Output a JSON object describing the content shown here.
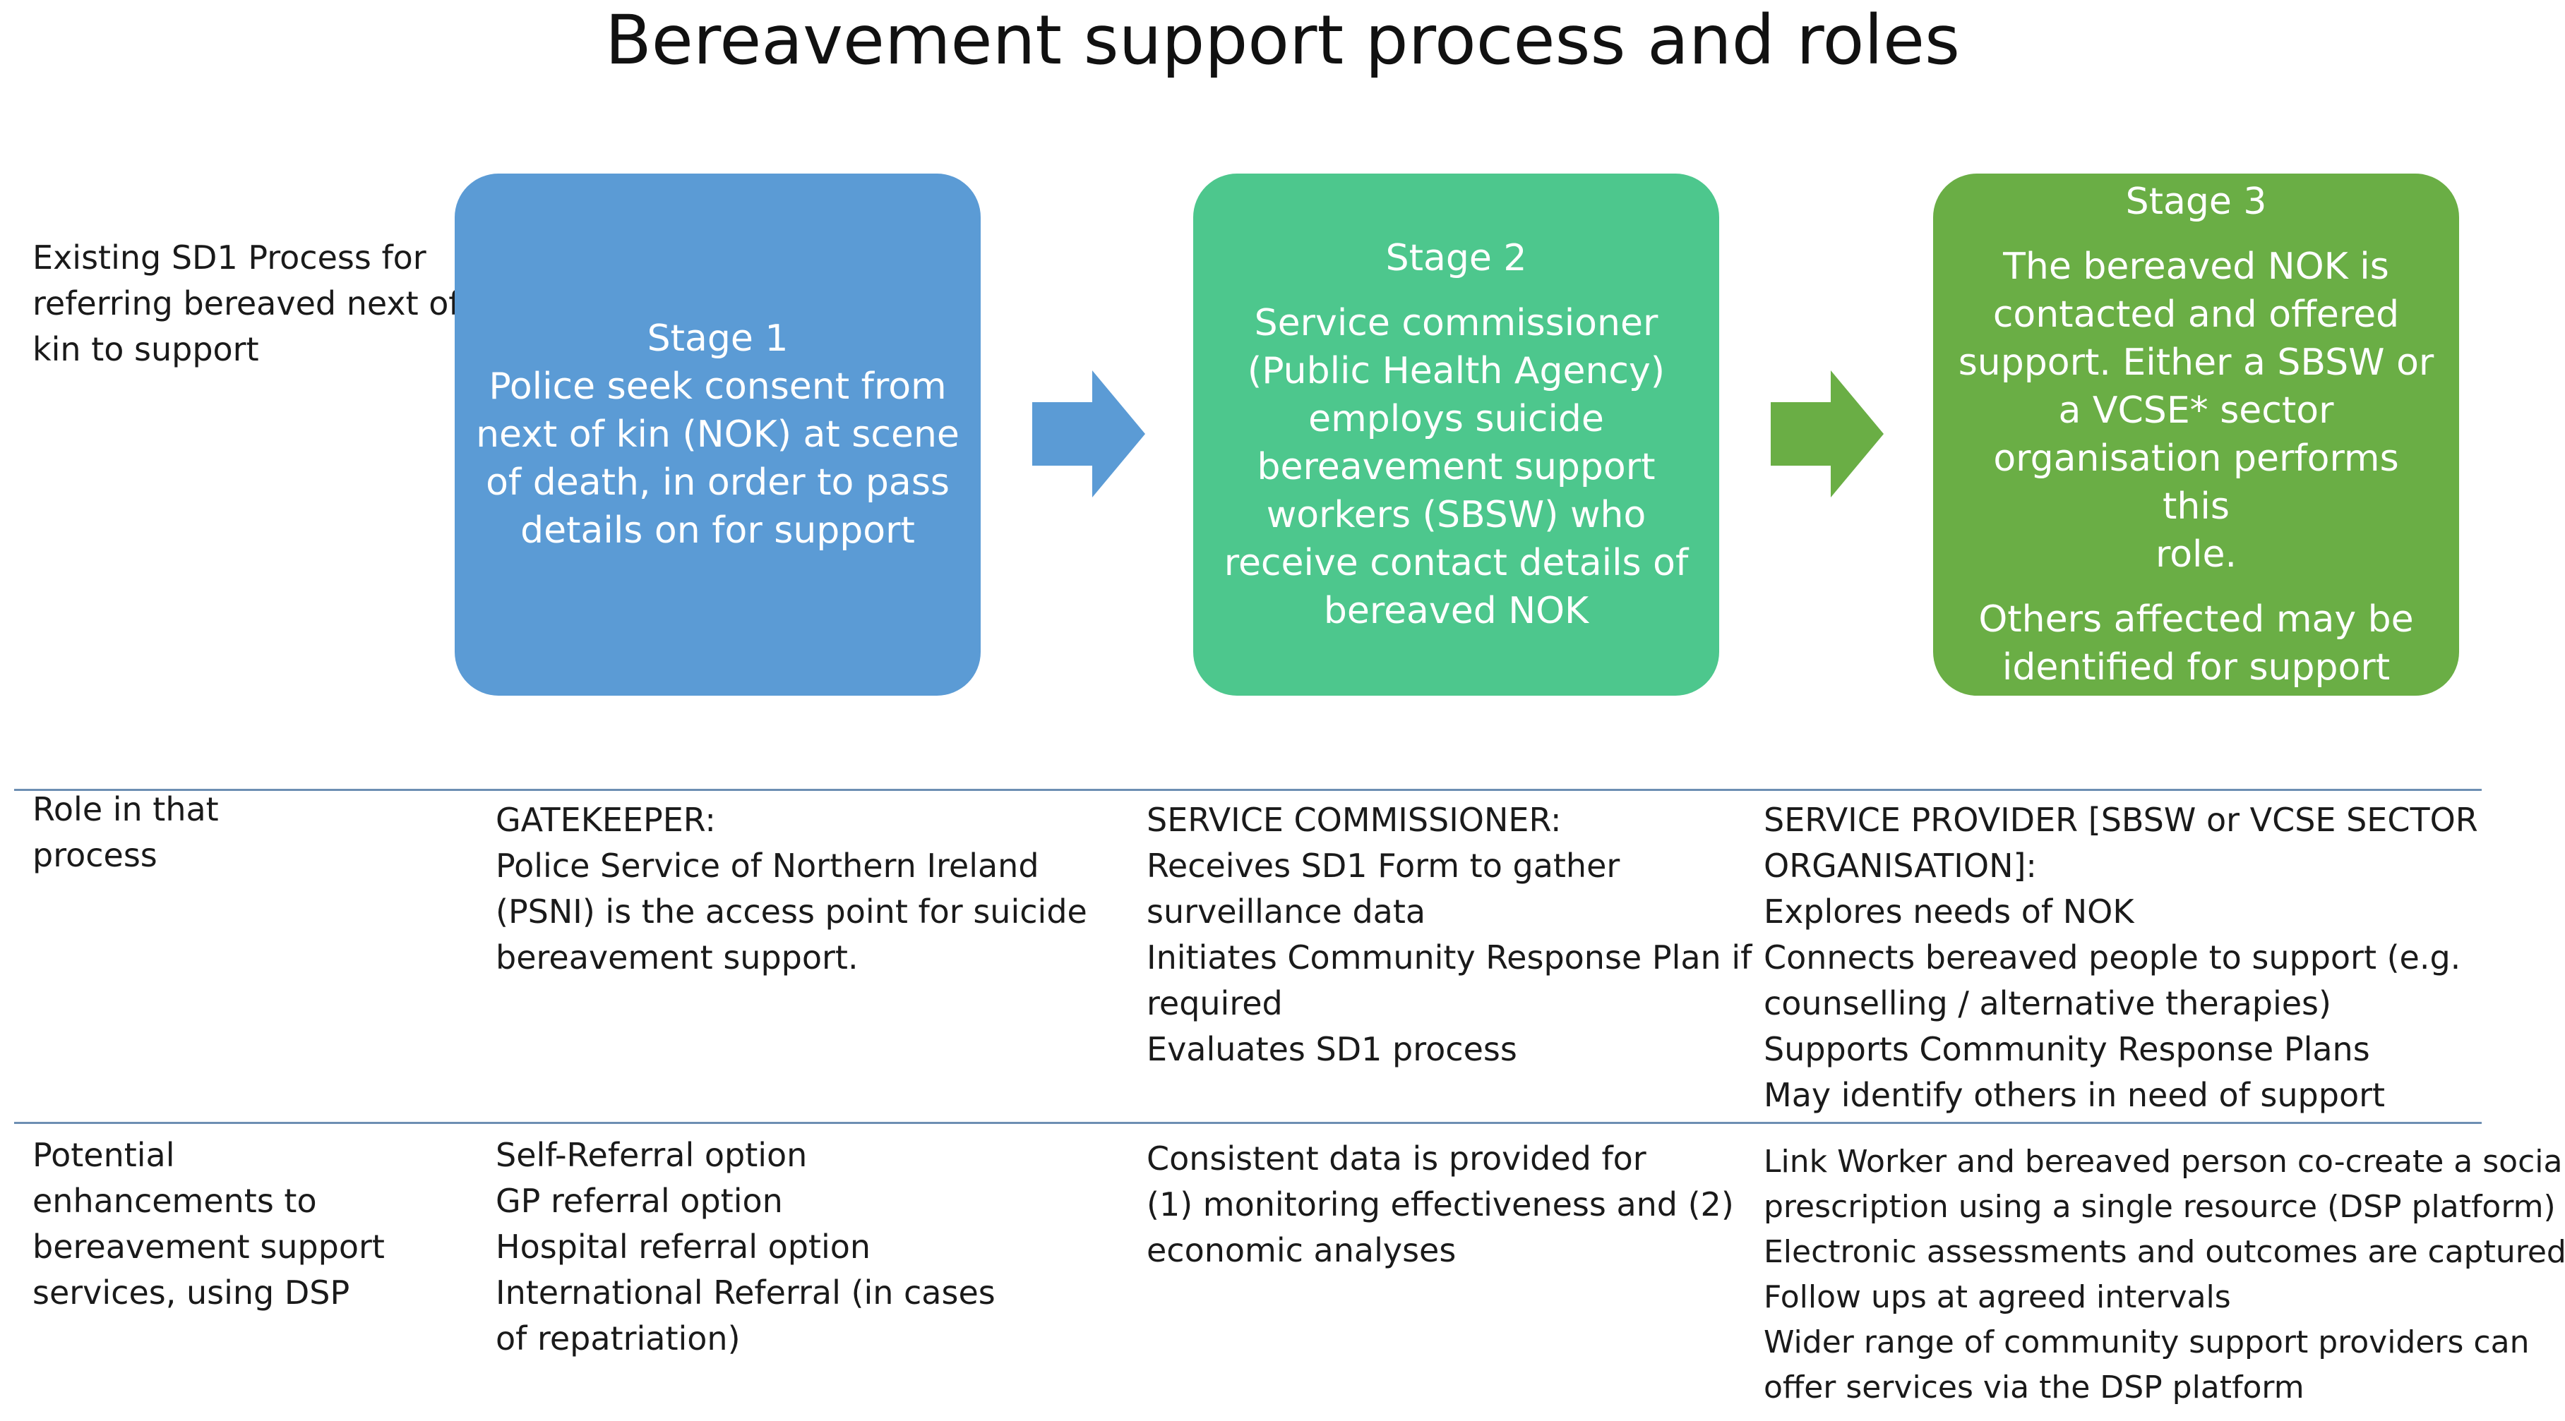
{
  "title": "Bereavement support process and roles",
  "row_labels": {
    "process": [
      "Existing SD1 Process for",
      "referring bereaved next of",
      "kin to support"
    ],
    "role": [
      "Role in that",
      "process"
    ],
    "enhancements": [
      "Potential",
      "enhancements to",
      "bereavement support",
      "services, using DSP"
    ]
  },
  "stages": [
    {
      "heading": "Stage 1",
      "body": [
        "Police seek consent from",
        "next of kin (NOK) at scene",
        "of death, in order to pass",
        "details on for support"
      ],
      "color": "#5b9bd5"
    },
    {
      "heading": "Stage 2",
      "body": [
        "Service commissioner",
        "(Public Health Agency)",
        "employs suicide",
        "bereavement support",
        "workers (SBSW) who",
        "receive contact details of",
        "bereaved NOK"
      ],
      "color": "#4dc78d"
    },
    {
      "heading": "Stage 3",
      "body": [
        "The bereaved NOK is",
        "contacted and offered",
        "support. Either a SBSW or",
        "a VCSE* sector",
        "organisation performs this",
        "role."
      ],
      "extra": [
        "Others affected may be",
        "identified for support"
      ],
      "color": "#6aae45"
    }
  ],
  "arrow_colors": [
    "#5b9bd5",
    "#6aae45"
  ],
  "roles": [
    [
      "GATEKEEPER:",
      "Police Service of Northern Ireland",
      "(PSNI) is the access point for suicide",
      "bereavement support."
    ],
    [
      "SERVICE COMMISSIONER:",
      "Receives SD1 Form to gather",
      "surveillance data",
      "Initiates Community Response Plan if",
      "required",
      "Evaluates SD1 process"
    ],
    [
      "SERVICE PROVIDER [SBSW or VCSE SECTOR",
      "ORGANISATION]:",
      "Explores needs of NOK",
      "Connects bereaved people to support (e.g.",
      "counselling / alternative therapies)",
      "Supports Community Response Plans",
      "May identify others in need of support"
    ]
  ],
  "enhancements": [
    [
      "Self-Referral option",
      "GP referral option",
      "Hospital referral option",
      "International Referral (in cases",
      "of repatriation)"
    ],
    [
      "Consistent data is provided for",
      "(1) monitoring effectiveness and (2)",
      "economic analyses"
    ],
    [
      "Link Worker and bereaved person co-create a social",
      "prescription using a single resource (DSP platform)",
      "Electronic assessments and outcomes are captured",
      "Follow ups at agreed intervals",
      "Wider range of community support providers can",
      "offer services via the DSP platform"
    ]
  ],
  "divider_color": "#6d8fb3"
}
